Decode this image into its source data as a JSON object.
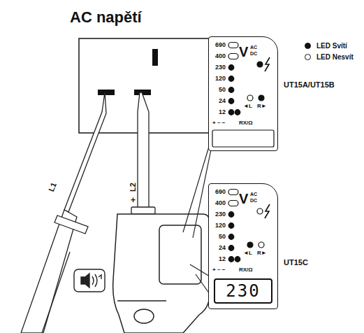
{
  "diagram": {
    "title": "AC napětí",
    "nodes": [
      {
        "text": [
          "690",
          "400",
          "230",
          "120",
          "50",
          "24",
          "12",
          "V",
          "AC",
          "DC",
          "◄L",
          "R►",
          "+ ~ −",
          "RX/Ω",
          "UT15A/UT15B"
        ]
      },
      {
        "text": [
          "690",
          "400",
          "230",
          "120",
          "50",
          "24",
          "12",
          "V",
          "AC",
          "DC",
          "◄L",
          "R►",
          "+ ~ −",
          "RX/Ω",
          "UT15C"
        ]
      },
      {
        "text": [
          "230"
        ],
        "in": 1
      }
    ],
    "labels": [
      "L1",
      "L2",
      "+"
    ],
    "legend": [
      {
        "text": "LED Svítí"
      },
      {
        "text": "LED Nesvít"
      }
    ]
  }
}
